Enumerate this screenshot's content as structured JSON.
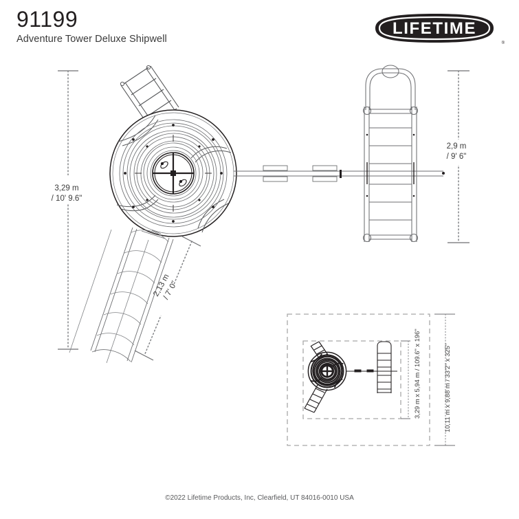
{
  "document": {
    "type": "product-dimension-spec-sheet",
    "model_number": "91199",
    "model_name": "Adventure Tower Deluxe Shipwell",
    "footer": "©2022 Lifetime Products, Inc, Clearfield, UT 84016-0010 USA"
  },
  "brand": {
    "name": "LIFETIME",
    "registered_mark": "®",
    "logo_fill": "#231f20",
    "logo_text_color": "#ffffff"
  },
  "dimensions": {
    "overall_width": {
      "metric": "3,29 m",
      "imperial": "/ 10' 9.6\"",
      "orientation": "vertical",
      "position": "left"
    },
    "tower_depth": {
      "metric": "2,9 m",
      "imperial": "/ 9' 6\"",
      "orientation": "vertical",
      "position": "right"
    },
    "slide_length": {
      "metric": "2,13 m",
      "imperial": "/ 7' 0\"",
      "orientation": "diagonal",
      "position": "lower-left"
    }
  },
  "footprint_inset": {
    "unit_footprint": "3,29 m x 5,94 m / 109.6\" x 196\"",
    "safety_zone": "10,11 m x 9,88 m / 33'2\" x 325\"",
    "dash_color": "#a8a8a8"
  },
  "colors": {
    "ink": "#231f20",
    "line": "#6d6e71",
    "light_line": "#a7a9ac",
    "dim_dot": "#808285",
    "paper": "#ffffff"
  },
  "icons": {
    "logo": "lifetime-logo",
    "tower": "play-tower-top-view",
    "ladder": "ladder-top-view",
    "slide": "slide-top-view",
    "monkey_bars": "monkey-bar-ladder-top-view",
    "beam": "horizontal-beam"
  }
}
